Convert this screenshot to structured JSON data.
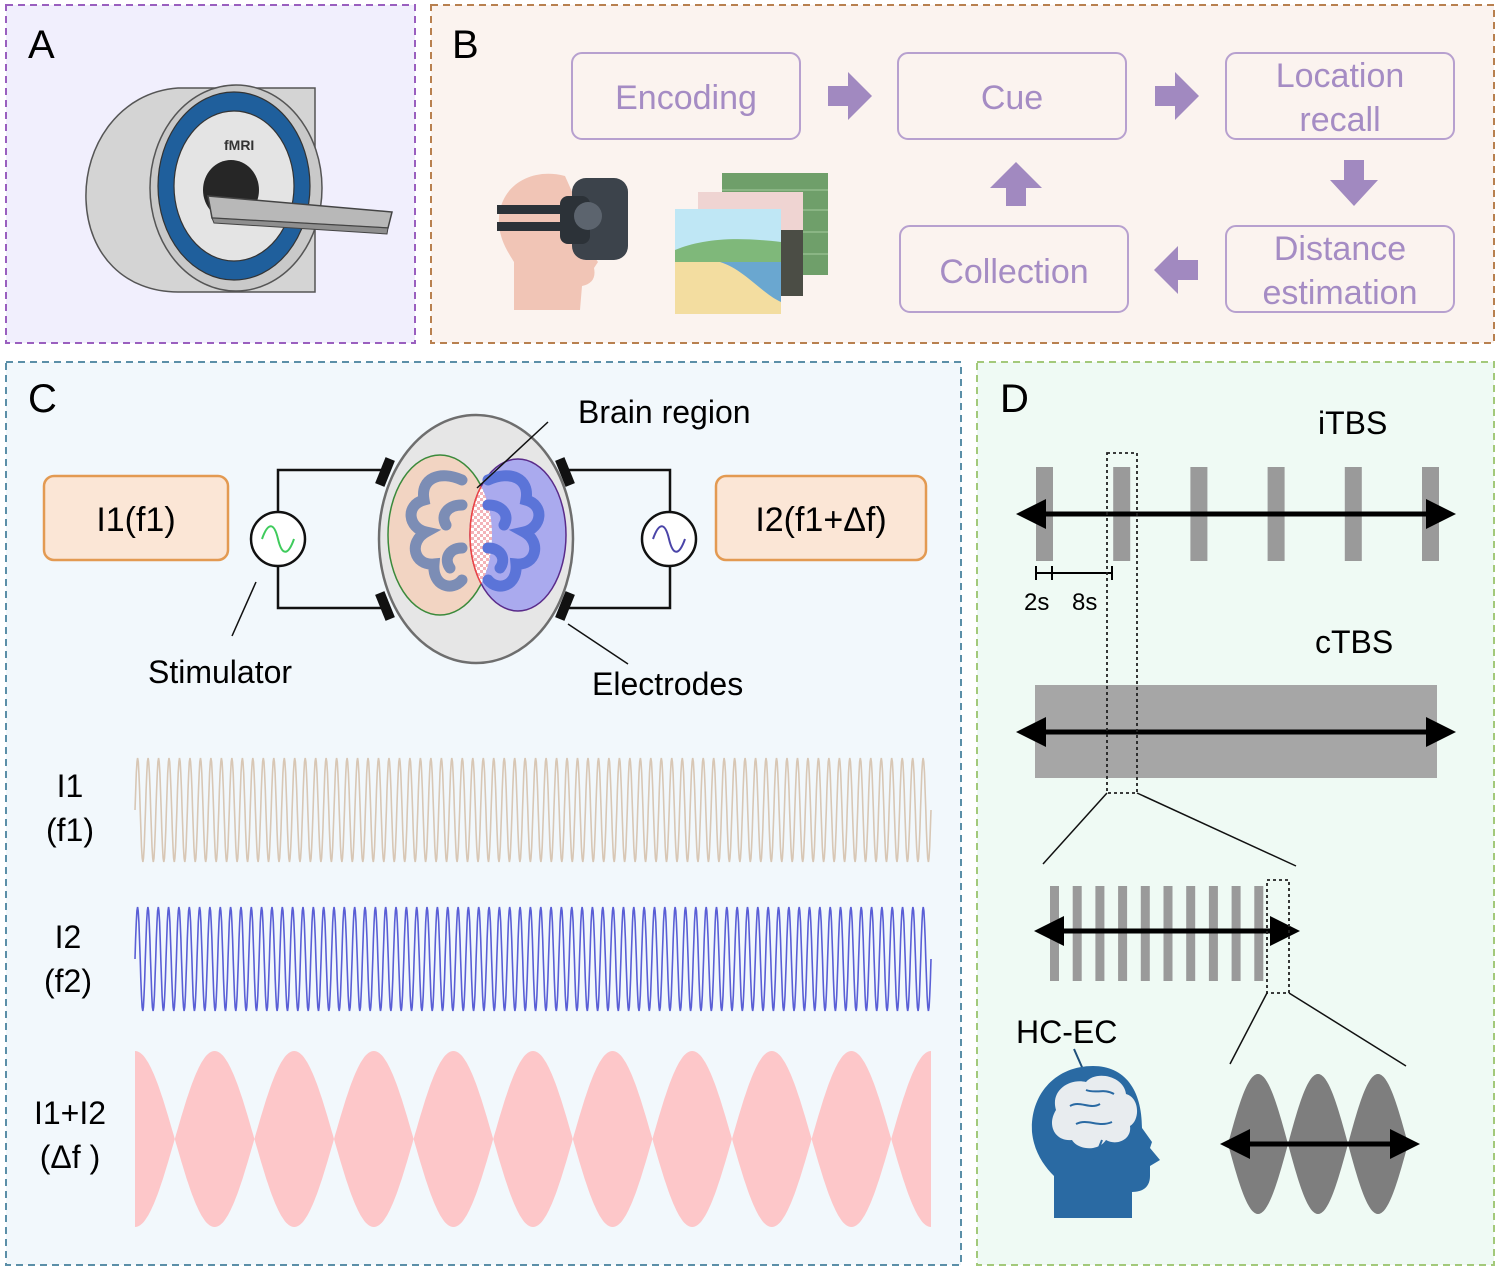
{
  "panel_a": {
    "letter": "A",
    "scanner_label": "fMRI",
    "colors": {
      "bg": "#f1effd",
      "border": "#9a5fbf",
      "ring": "#1f5f9c",
      "body": "#cfcfcf"
    }
  },
  "panel_b": {
    "letter": "B",
    "steps": {
      "encoding": "Encoding",
      "cue": "Cue",
      "location_recall_line1": "Location",
      "location_recall_line2": "recall",
      "distance_line1": "Distance",
      "distance_line2": "estimation",
      "collection": "Collection"
    },
    "icons": [
      "vr-headset-icon",
      "landscape-images-icon"
    ],
    "colors": {
      "bg": "#fbf3ef",
      "border": "#b8804f",
      "box_stroke": "#b7a0cf",
      "box_text": "#a58cc4",
      "arrow": "#a189c0"
    }
  },
  "panel_c": {
    "letter": "C",
    "brain_region_label": "Brain region",
    "current1_label": "I1(f1)",
    "current2_label": "I2(f1+Δf)",
    "stimulator_label": "Stimulator",
    "electrodes_label": "Electrodes",
    "waves": [
      {
        "label_line1": "I1",
        "label_line2": "(f1)",
        "color": "#d8c7b5",
        "cycles": 76
      },
      {
        "label_line1": "I2",
        "label_line2": "(f2)",
        "color": "#5a5fd6",
        "cycles": 77
      },
      {
        "label_line1": "I1+I2",
        "label_line2": "(Δf )",
        "color": "#fdc7c9",
        "beats": 10
      }
    ],
    "colors": {
      "bg": "#f2f8fc",
      "border": "#5b8fa8",
      "current_box_fill": "#fbe6d6",
      "current_box_stroke": "#e39a52"
    }
  },
  "panel_d": {
    "letter": "D",
    "itbs_label": "iTBS",
    "ctbs_label": "cTBS",
    "interval_on_label": "2s",
    "interval_off_label": "8s",
    "hc_ec_label": "HC-EC",
    "itbs_bursts": 6,
    "zoom_bursts": 10,
    "theta_cycles": 3,
    "colors": {
      "bg": "#effaf4",
      "border": "#a3c97a",
      "burst": "#9a9a9a",
      "ctbs_fill": "#a6a6a6",
      "head": "#2a6aa3",
      "theta": "#7e7e7e"
    }
  }
}
